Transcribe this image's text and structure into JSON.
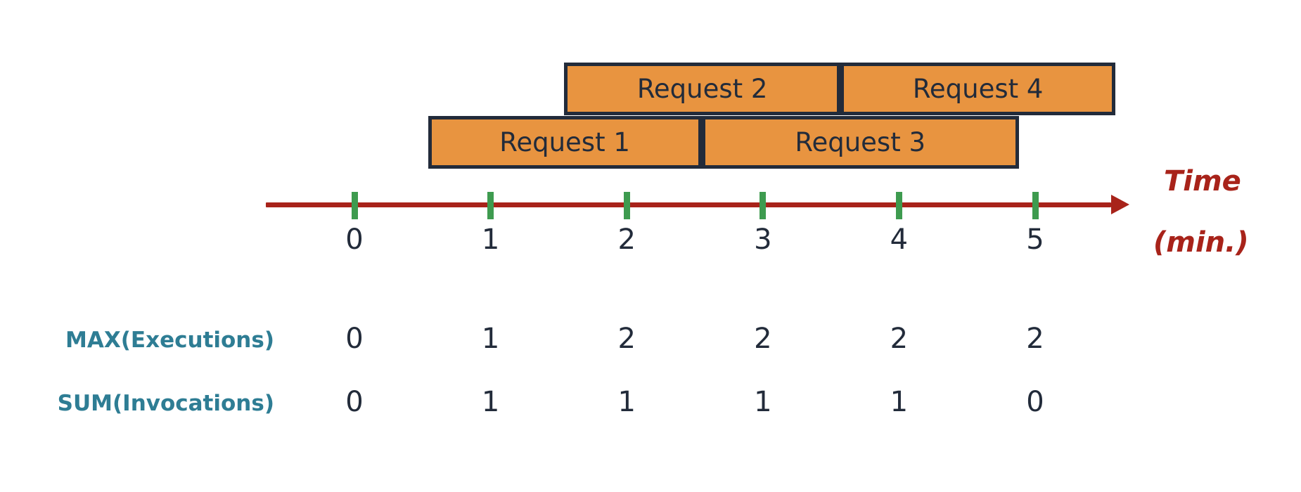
{
  "diagram": {
    "title_hidden": "",
    "colors": {
      "bar_fill": "#E89440",
      "bar_border": "#222B3A",
      "axis_line": "#A8231A",
      "axis_tick": "#3E9B4F",
      "metric_label": "#2E7D94",
      "value_text": "#222B3A",
      "background": "#FFFFFF"
    }
  },
  "axis": {
    "title_line1": "Time",
    "title_line2": "(min.)",
    "tick_labels": [
      "0",
      "1",
      "2",
      "3",
      "4",
      "5"
    ],
    "tick_values": [
      0,
      1,
      2,
      3,
      4,
      5
    ],
    "unit": "min."
  },
  "requests": [
    {
      "label": "Request 1",
      "row": 1,
      "start": 0.54,
      "end": 2.55
    },
    {
      "label": "Request 2",
      "row": 0,
      "start": 1.54,
      "end": 3.57
    },
    {
      "label": "Request 3",
      "row": 1,
      "start": 2.55,
      "end": 4.88
    },
    {
      "label": "Request 4",
      "row": 0,
      "start": 3.57,
      "end": 5.59
    }
  ],
  "metrics": [
    {
      "label": "MAX(Executions)",
      "values": [
        "0",
        "1",
        "2",
        "2",
        "2",
        "2"
      ]
    },
    {
      "label": "SUM(Invocations)",
      "values": [
        "0",
        "1",
        "1",
        "1",
        "1",
        "0"
      ]
    }
  ],
  "chart_data": {
    "type": "table",
    "title": "",
    "xlabel": "Time (min.)",
    "categories": [
      "0",
      "1",
      "2",
      "3",
      "4",
      "5"
    ],
    "series": [
      {
        "name": "MAX(Executions)",
        "values": [
          0,
          1,
          2,
          2,
          2,
          2
        ]
      },
      {
        "name": "SUM(Invocations)",
        "values": [
          0,
          1,
          1,
          1,
          1,
          0
        ]
      }
    ],
    "gantt_bars": [
      {
        "name": "Request 1",
        "start": 0.54,
        "end": 2.55,
        "lane": 1
      },
      {
        "name": "Request 2",
        "start": 1.54,
        "end": 3.57,
        "lane": 0
      },
      {
        "name": "Request 3",
        "start": 2.55,
        "end": 4.88,
        "lane": 1
      },
      {
        "name": "Request 4",
        "start": 3.57,
        "end": 5.59,
        "lane": 0
      }
    ],
    "xlim": [
      0,
      5
    ],
    "grid": false,
    "legend": "none"
  }
}
